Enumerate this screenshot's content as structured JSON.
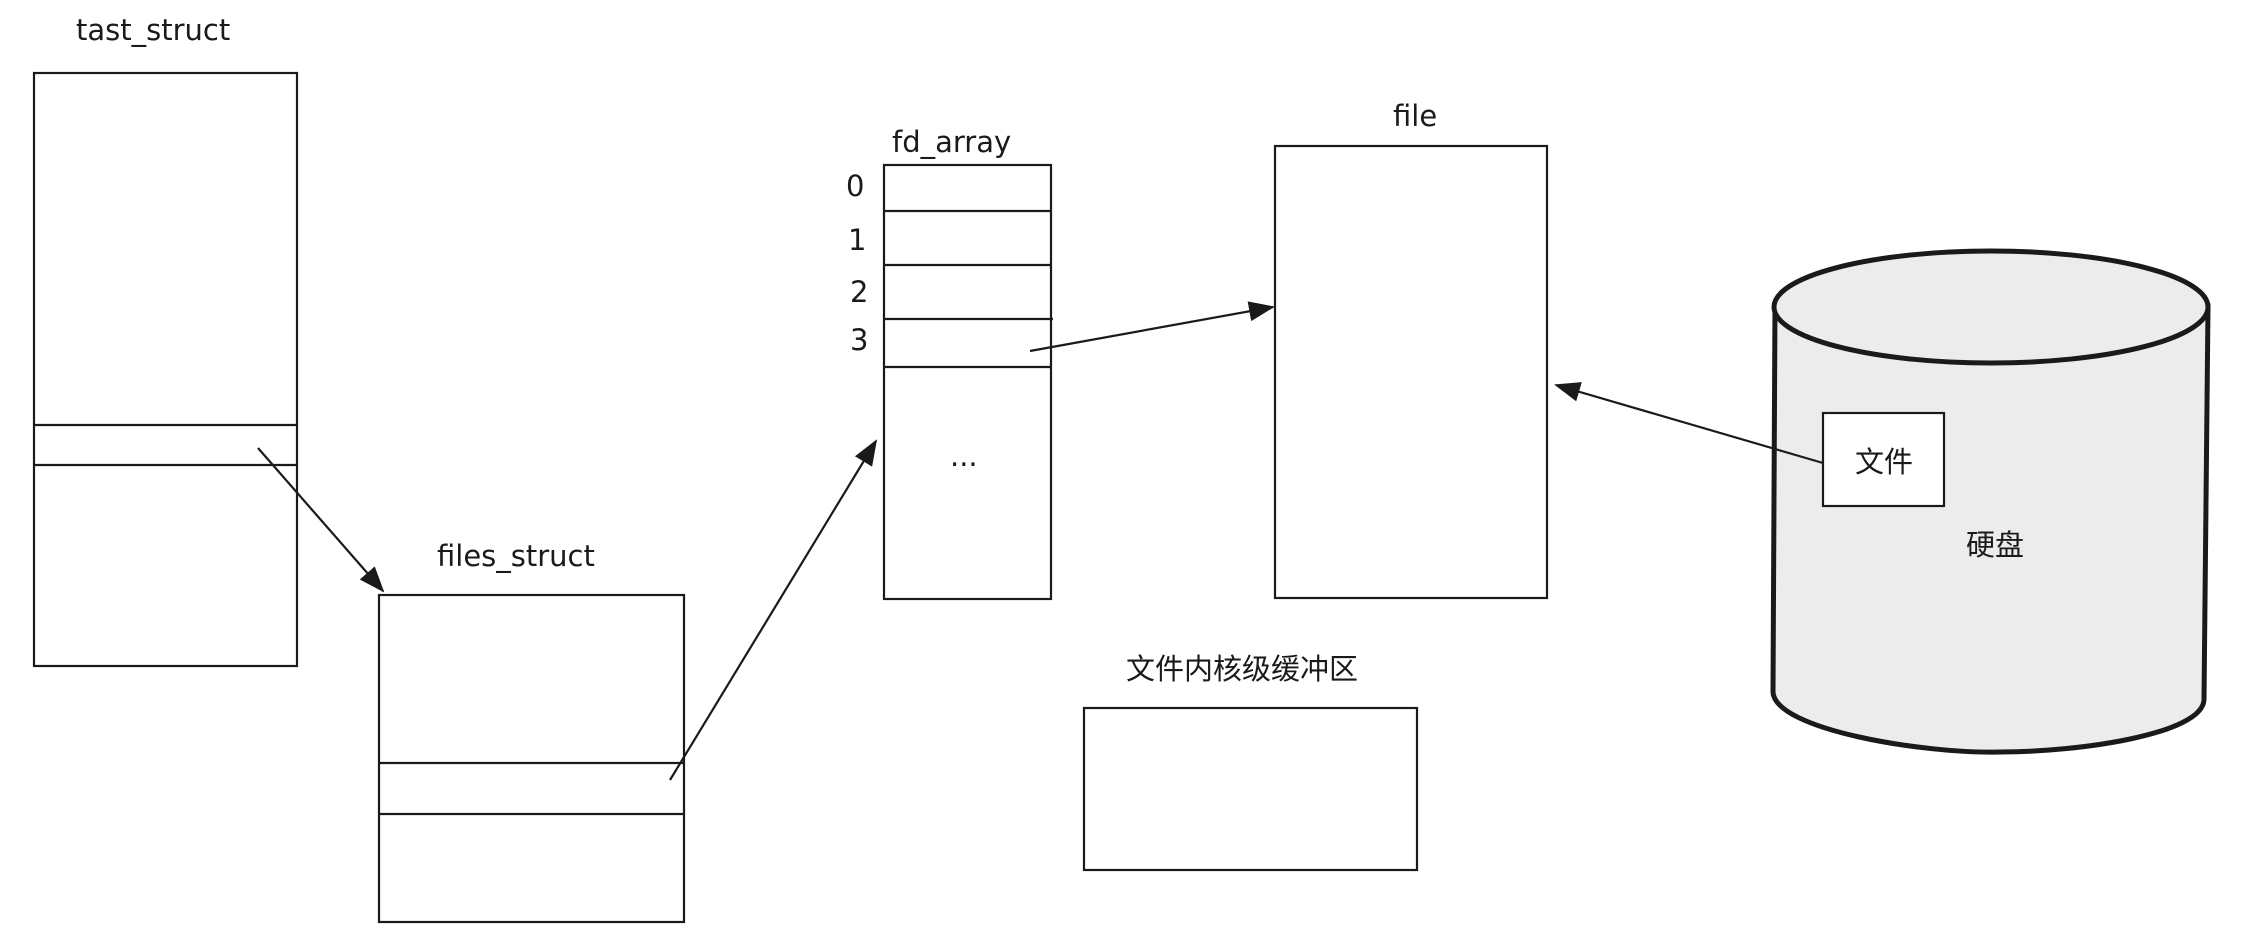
{
  "diagram": {
    "task_struct": {
      "label": "tast_struct"
    },
    "files_struct": {
      "label": "files_struct"
    },
    "fd_array": {
      "label": "fd_array",
      "indices": [
        "0",
        "1",
        "2",
        "3"
      ],
      "ellipsis": "..."
    },
    "file": {
      "label": "file"
    },
    "kernel_buffer": {
      "label": "文件内核级缓冲区"
    },
    "disk": {
      "label": "硬盘",
      "file_label": "文件"
    }
  }
}
